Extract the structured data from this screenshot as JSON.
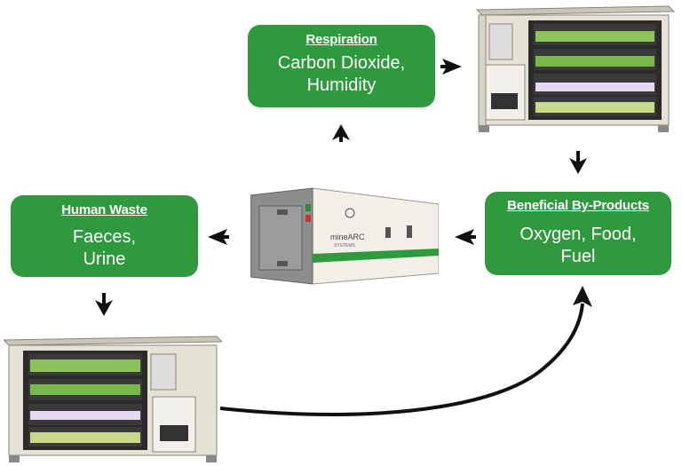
{
  "nodes": {
    "respiration": {
      "title": "Respiration",
      "line1": "Carbon Dioxide,",
      "line2": "Humidity"
    },
    "human_waste": {
      "title": "Human Waste",
      "line1": "Faeces,",
      "line2": "Urine"
    },
    "byproducts": {
      "title": "Beneficial By-Products",
      "line1": "Oxygen, Food,",
      "line2": "Fuel"
    }
  },
  "images": {
    "refuge_chamber": {
      "logo_text": "mineARC",
      "logo_sub": "SYSTEMS"
    }
  },
  "colors": {
    "box_fill": "#2f9a3d",
    "box_text": "#ffffff",
    "arrow": "#111111"
  }
}
